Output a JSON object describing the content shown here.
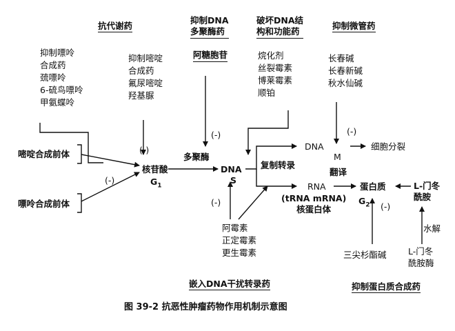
{
  "headers": {
    "antimetabolites": "抗代谢药",
    "dna_polymerase": [
      "抑制DNA",
      "多聚酶药"
    ],
    "dna_damage": [
      "破坏DNA结",
      "构和功能药"
    ],
    "microtubule": "抑制微管药",
    "intercalating": "嵌入DNA干扰转录药",
    "protein_synthesis": "抑制蛋白质合成药"
  },
  "groups": {
    "purine_inhibitors": [
      "抑制嘌呤",
      "合成药",
      "巯嘌呤",
      "6-硫鸟嘌呤",
      "甲氨蝶呤"
    ],
    "pyrimidine_inhibitors": [
      "抑制嘧啶",
      "合成药",
      "氟尿嘧啶",
      "羟基脲"
    ],
    "cytarabine": "阿糖胞苷",
    "dna_damage_drugs": [
      "烷化剂",
      "丝裂霉素",
      "博莱霉素",
      "顺铂"
    ],
    "vinca": [
      "长春碱",
      "长春新碱",
      "秋水仙碱"
    ],
    "intercalators": [
      "阿霉素",
      "正定霉素",
      "更生霉素"
    ],
    "trna_block": [
      "(tRNA mRNA)",
      "核蛋白体"
    ]
  },
  "nodes": {
    "pyrimidine_precursor": "嘧啶合成前体",
    "purine_precursor": "嘌呤合成前体",
    "nucleotide": "核苷酸",
    "g1": "G",
    "g1_sub": "1",
    "polymerase": "多聚酶",
    "dna": "DNA",
    "s": "S",
    "replication_transcription": "复制转录",
    "dna_m": "DNA",
    "m": "M",
    "cell_division": "细胞分裂",
    "translation": "翻译",
    "rna": "RNA",
    "protein": "蛋白质",
    "g2": "G",
    "g2_sub": "2",
    "asparagine": [
      "L-门冬",
      "酰胺"
    ],
    "hydrolysis": "水解",
    "harringtonine": "三尖杉酯碱",
    "asparaginase": [
      "L-门冬",
      "酰胺酶"
    ]
  },
  "inhibit_mark": "(-)",
  "caption": "图 39-2   抗恶性肿瘤药物作用机制示意图"
}
